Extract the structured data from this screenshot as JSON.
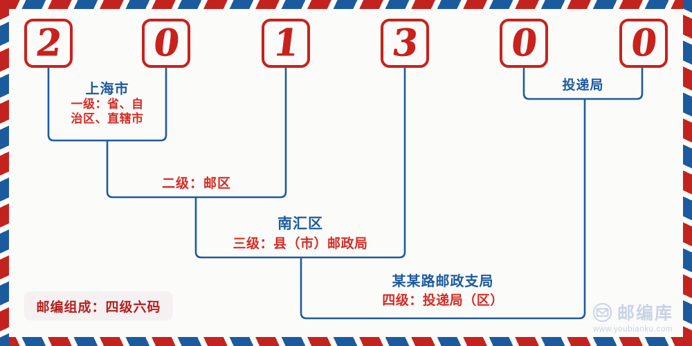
{
  "theme": {
    "red": "#c9211c",
    "blue": "#1c5a9e",
    "label_red": "#d62b24",
    "paper": "#fbfbf9",
    "badge_bg": "#f5f0f2",
    "badge_text": "#b5201c",
    "watermark": "#9fb4d8"
  },
  "postcode": {
    "value": "201300",
    "digits": [
      {
        "char": "2",
        "index": 1
      },
      {
        "char": "0",
        "index": 2
      },
      {
        "char": "1",
        "index": 3
      },
      {
        "char": "3",
        "index": 4
      },
      {
        "char": "0",
        "index": 5
      },
      {
        "char": "0",
        "index": 6
      }
    ]
  },
  "groups": {
    "level1": {
      "place": "上海市",
      "tier": "一级：省、自",
      "tier2": "治区、直辖市"
    },
    "level2": {
      "tier": "二级：邮区"
    },
    "level3": {
      "place": "南汇区",
      "tier": "三级：县（市）邮政局"
    },
    "level4": {
      "place": "某某路邮政支局",
      "tier": "四级：投递局（区）"
    },
    "delivery": {
      "place": "投递局"
    }
  },
  "legend": {
    "text": "邮编组成：四级六码"
  },
  "watermark": {
    "icon": "envelope-circle-icon",
    "brand": "邮编库",
    "url": "www.youbianku.com"
  }
}
